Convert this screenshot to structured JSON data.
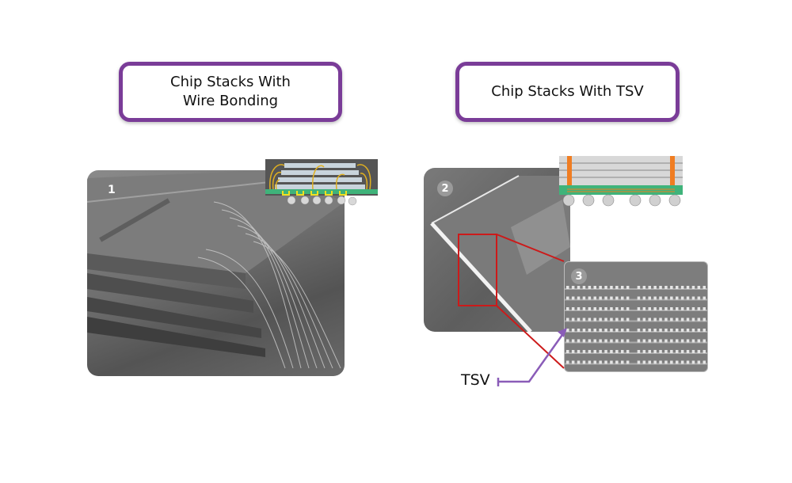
{
  "titles": {
    "left": {
      "line1": "Chip Stacks With",
      "line2": "Wire Bonding"
    },
    "right": "Chip Stacks With TSV"
  },
  "panels": {
    "wire_bonding_photo": {
      "number": "1"
    },
    "tsv_photo": {
      "number": "2"
    },
    "tsv_zoom_photo": {
      "number": "3"
    }
  },
  "annotation": {
    "label": "TSV"
  },
  "colors": {
    "frame_purple": "#7a3c98",
    "highlight_red": "#cc1a1a",
    "arrow_purple": "#8a5cb8",
    "substrate_green": "#3fb37a",
    "tsv_orange": "#f07d22",
    "wire_gold": "#e0b020"
  }
}
